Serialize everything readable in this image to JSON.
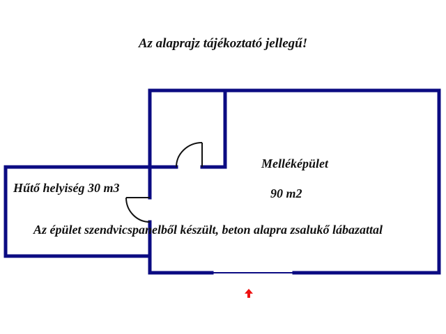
{
  "title": "Az alaprajz tájékoztató jellegű!",
  "rooms": {
    "side": {
      "label": "Hűtő helyiség 30 m3"
    },
    "main": {
      "label": "Melléképület",
      "area": "90 m2"
    }
  },
  "note": "Az épület szendvicspanelből készült, beton alapra zsalukő lábazattal",
  "colors": {
    "wall": "#0b0b82",
    "door": "#111111",
    "entrance_arrow": "#ee1111",
    "background": "#ffffff"
  },
  "icons": {
    "entrance": "red-up-arrow"
  }
}
